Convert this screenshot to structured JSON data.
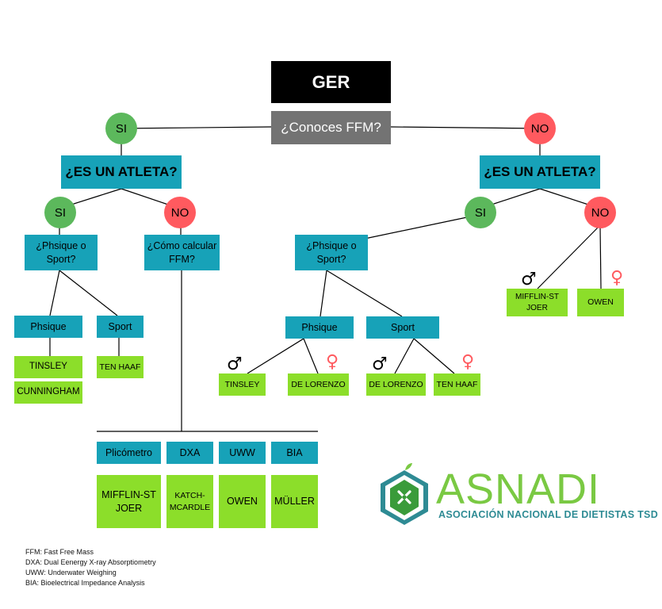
{
  "title": "GER",
  "question": "¿Conoces FFM?",
  "left": {
    "answer": "SI",
    "athlete_q": "¿ES UN ATLETA?",
    "yes": "SI",
    "no": "NO",
    "phsique_q": "¿Phsique o Sport?",
    "calc_q": "¿Cómo calcular FFM?",
    "phsique": "Phsique",
    "sport": "Sport",
    "tinsley": "TINSLEY",
    "cunningham": "CUNNINGHAM",
    "ten_haaf": "TEN HAAF",
    "methods": [
      "Plicómetro",
      "DXA",
      "UWW",
      "BIA"
    ],
    "equations": [
      "MIFFLIN-ST JOER",
      "KATCH-MCARDLE",
      "OWEN",
      "MÜLLER"
    ]
  },
  "right": {
    "answer": "NO",
    "athlete_q": "¿ES UN ATLETA?",
    "yes": "SI",
    "no": "NO",
    "phsique_q": "¿Phsique o Sport?",
    "phsique": "Phsique",
    "sport": "Sport",
    "phsique_male": "TINSLEY",
    "phsique_female": "DE LORENZO",
    "sport_male": "DE LORENZO",
    "sport_female": "TEN HAAF",
    "non_athlete_male": "MIFFLIN-ST JOER",
    "non_athlete_female": "OWEN"
  },
  "symbols": {
    "male": "♂",
    "female": "♀"
  },
  "legend": [
    "FFM: Fast Free Mass",
    "DXA: Dual Eenergy X-ray Absorptiometry",
    "UWW: Underwater Weighing",
    "BIA: Bioelectrical Impedance Analysis"
  ],
  "logo": {
    "name": "ASNADI",
    "subtitle": "ASOCIACIÓN NACIONAL DE DIETISTAS TSD"
  },
  "colors": {
    "teal": "#17a2b8",
    "green_box": "#8cde2a",
    "yes_circle": "#5cb85c",
    "no_circle": "#ff5a5f",
    "title_box": "#000000",
    "question_box": "#737373"
  }
}
